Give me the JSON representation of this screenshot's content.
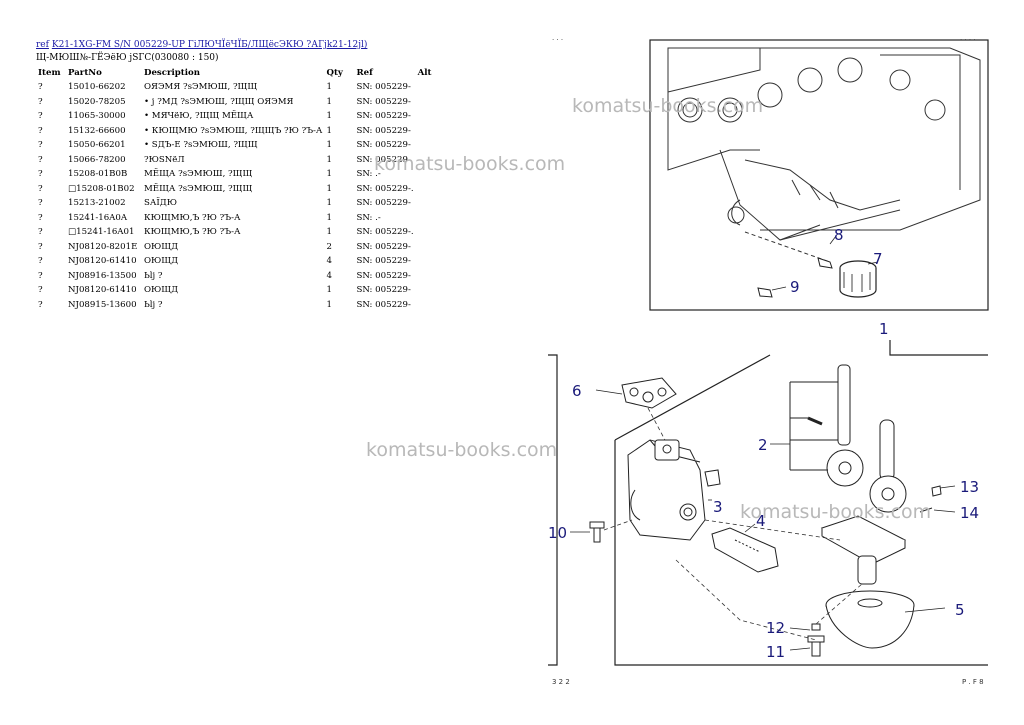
{
  "header": {
    "link_prefix": "ref",
    "link_title": "K21-1XG-FM S/N 005229-UP ГiЛЮЧЇёЧЇБ/ЛЩёсЭКЮ ?АГjk21-12jl)",
    "subtitle": "Щ-МЮШ№-ГЁЭёЮ jSГС(030080 : 150)"
  },
  "table": {
    "columns": [
      "Item",
      "PartNo",
      "Description",
      "Qty",
      "Ref",
      "Alt"
    ],
    "rows": [
      {
        "item": "?",
        "part": "15010-66202",
        "desc": "ОЯЭМЯ ?sЭМЮШ, ?ЩЩ",
        "qty": "1",
        "ref": "SN: 005229-"
      },
      {
        "item": "?",
        "part": "15020-78205",
        "desc": "• j ?МД ?sЭМЮШ, ?ЩЩ ОЯЭМЯ",
        "qty": "1",
        "ref": "SN: 005229-"
      },
      {
        "item": "?",
        "part": "11065-30000",
        "desc": "• МЯЧёЮ, ?ЩЩ МЁЩА",
        "qty": "1",
        "ref": "SN: 005229-"
      },
      {
        "item": "?",
        "part": "15132-66600",
        "desc": "• КЮЩМЮ ?sЭМЮШ, ?ЩЩЪ ?Ю ?Ъ-А",
        "qty": "1",
        "ref": "SN: 005229-"
      },
      {
        "item": "?",
        "part": "15050-66201",
        "desc": "• SДЪ-Е ?sЭМЮШ, ?ЩЩ",
        "qty": "1",
        "ref": "SN: 005229-"
      },
      {
        "item": "?",
        "part": "15066-78200",
        "desc": "?ЮSNёЛ",
        "qty": "1",
        "ref": "SN: 005229-"
      },
      {
        "item": "?",
        "part": "15208-01B0B",
        "desc": "МЁЩА ?sЭМЮШ, ?ЩЩ",
        "qty": "1",
        "ref": "SN: .-"
      },
      {
        "item": "?",
        "part": "□15208-01B02",
        "desc": "МЁЩА ?sЭМЮШ, ?ЩЩ",
        "qty": "1",
        "ref": "SN: 005229-."
      },
      {
        "item": "?",
        "part": "15213-21002",
        "desc": "SАЇДЮ",
        "qty": "1",
        "ref": "SN: 005229-"
      },
      {
        "item": "?",
        "part": "15241-16A0A",
        "desc": "КЮЩМЮ,Ъ ?Ю ?Ъ-А",
        "qty": "1",
        "ref": "SN: .-"
      },
      {
        "item": "?",
        "part": "□15241-16A01",
        "desc": "КЮЩМЮ,Ъ ?Ю ?Ъ-А",
        "qty": "1",
        "ref": "SN: 005229-."
      },
      {
        "item": "?",
        "part": "NJ08120-8201E",
        "desc": "ОЮЩД",
        "qty": "2",
        "ref": "SN: 005229-"
      },
      {
        "item": "?",
        "part": "NJ08120-61410",
        "desc": "ОЮЩД",
        "qty": "4",
        "ref": "SN: 005229-"
      },
      {
        "item": "?",
        "part": "NJ08916-13500",
        "desc": "Ьlj ?",
        "qty": "4",
        "ref": "SN: 005229-"
      },
      {
        "item": "?",
        "part": "NJ08120-61410",
        "desc": "ОЮЩД",
        "qty": "1",
        "ref": "SN: 005229-"
      },
      {
        "item": "?",
        "part": "NJ08915-13600",
        "desc": "Ьlj ?",
        "qty": "1",
        "ref": "SN: 005229-"
      }
    ]
  },
  "diagram": {
    "watermark": "komatsu-books.com",
    "callouts": [
      "1",
      "2",
      "3",
      "4",
      "5",
      "6",
      "7",
      "8",
      "9",
      "10",
      "11",
      "12",
      "13",
      "14"
    ],
    "page_left": "3 2 2",
    "page_right": "P . F 8"
  }
}
